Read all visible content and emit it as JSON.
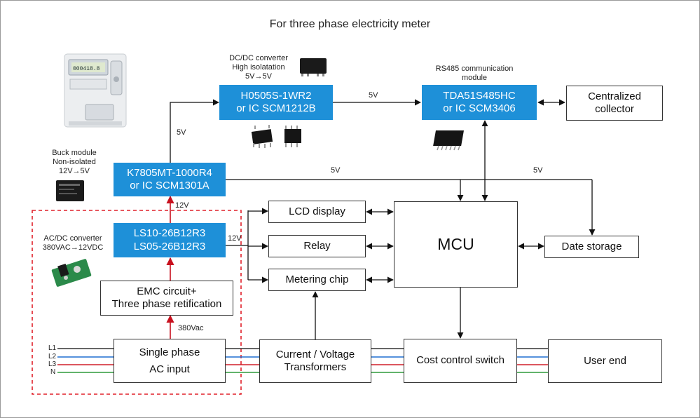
{
  "title": "For three phase electricity meter",
  "blocks": {
    "dcdc": "H0505S-1WR2\nor IC SCM1212B",
    "rs485": "TDA51S485HC\nor IC SCM3406",
    "collector": "Centralized\ncollector",
    "buck": "K7805MT-1000R4\nor IC SCM1301A",
    "acdc": "LS10-26B12R3\nLS05-26B12R3",
    "emc": "EMC circuit+\nThree phase retification",
    "ac_input": "Single phase\nAC input",
    "lcd": "LCD display",
    "relay": "Relay",
    "metering": "Metering chip",
    "mcu": "MCU",
    "date_storage": "Date storage",
    "transformers": "Current / Voltage\nTransformers",
    "cost_switch": "Cost control switch",
    "user_end": "User end"
  },
  "captions": {
    "dcdc_caption": "DC/DC converter\nHigh isolatation\n5V→5V",
    "rs485_caption": "RS485 communication\nmodule",
    "buck_caption": "Buck module\nNon-isolated\n12V→5V",
    "acdc_caption": "AC/DC converter\n380VAC→12VDC"
  },
  "edge_labels": {
    "v5_top": "5V",
    "v5_left": "5V",
    "v5_mid": "5V",
    "v5_right": "5V",
    "v12_up": "12V",
    "v12_right": "12V",
    "v380": "380Vac"
  },
  "wires": [
    "L1",
    "L2",
    "L3",
    "N"
  ],
  "product_images": {
    "meter_display": "000418.8"
  },
  "colors": {
    "module_blue": "#1e90d8",
    "arrow_red": "#c8101e",
    "dashed_red": "#e0202a",
    "wire_L1": "#333333",
    "wire_L2": "#1e6fd0",
    "wire_L3": "#d11f2a",
    "wire_N": "#2e9a3a"
  }
}
